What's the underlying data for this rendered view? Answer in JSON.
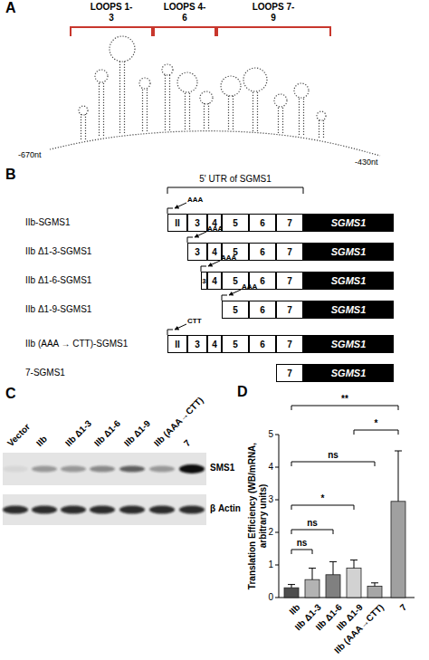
{
  "diagram": {
    "nodes": [
      {
        "text": [
          "II"
        ]
      },
      {
        "text": [
          "3"
        ]
      },
      {
        "text": [
          "4"
        ]
      },
      {
        "text": [
          "5"
        ]
      },
      {
        "text": [
          "6"
        ]
      },
      {
        "text": [
          "7"
        ]
      },
      {
        "text": [
          "SGMS1"
        ]
      },
      {
        "text": [
          "3"
        ]
      },
      {
        "text": [
          "4"
        ]
      },
      {
        "text": [
          "5"
        ]
      },
      {
        "text": [
          "6"
        ]
      },
      {
        "text": [
          "7"
        ]
      },
      {
        "text": [
          "SGMS1"
        ]
      },
      {
        "text": [
          "3"
        ]
      },
      {
        "text": [
          "4"
        ]
      },
      {
        "text": [
          "5"
        ]
      },
      {
        "text": [
          "6"
        ]
      },
      {
        "text": [
          "7"
        ]
      },
      {
        "text": [
          "SGMS1"
        ]
      },
      {
        "text": [
          "5"
        ]
      },
      {
        "text": [
          "6"
        ]
      },
      {
        "text": [
          "7"
        ]
      },
      {
        "text": [
          "SGMS1"
        ]
      },
      {
        "text": [
          "II"
        ]
      },
      {
        "text": [
          "3"
        ]
      },
      {
        "text": [
          "4"
        ]
      },
      {
        "text": [
          "5"
        ]
      },
      {
        "text": [
          "6"
        ]
      },
      {
        "text": [
          "7"
        ]
      },
      {
        "text": [
          "SGMS1"
        ]
      },
      {
        "text": [
          "7"
        ]
      },
      {
        "text": [
          "SGMS1"
        ]
      }
    ],
    "labels": [
      "A",
      "LOOPS 1-3",
      "LOOPS 4-6",
      "LOOPS 7-9",
      "-670nt",
      "-430nt",
      "B",
      "5' UTR of SGMS1",
      "IIb-SGMS1",
      "IIb Δ1-3-SGMS1",
      "IIb Δ1-6-SGMS1",
      "IIb Δ1-9-SGMS1",
      "IIb (AAA → CTT)-SGMS1",
      "7-SGMS1",
      "AAA",
      "AAA",
      "AAA",
      "AAA",
      "CTT",
      "C",
      "Vector",
      "IIb",
      "IIb Δ1-3",
      "IIb Δ1-6",
      "IIb Δ1-9",
      "IIb (AAA→CTT)",
      "7",
      "SMS1",
      "β Actin",
      "D",
      "Translation Efficiency (WB/mRNA, arbitrary units)",
      "0",
      "1",
      "2",
      "3",
      "4",
      "5",
      "IIb",
      "IIb Δ1-3",
      "IIb Δ1-6",
      "IIb Δ1-9",
      "IIb (AAA→CTT)",
      "7",
      "**",
      "*",
      "ns",
      "*",
      "ns",
      "ns"
    ]
  }
}
